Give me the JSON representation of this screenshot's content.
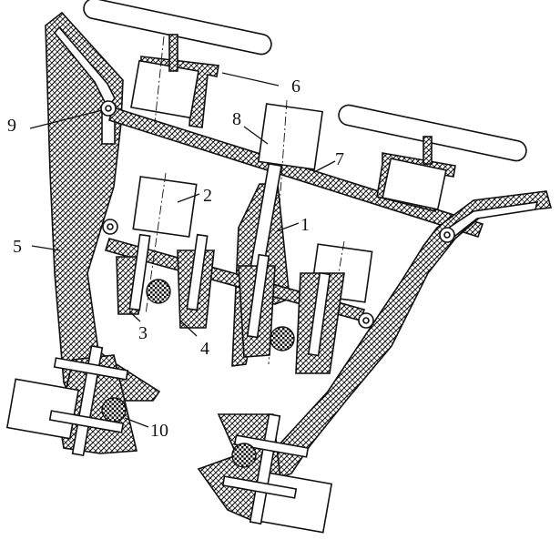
{
  "labels": {
    "l1": "1",
    "l2": "2",
    "l3": "3",
    "l4": "4",
    "l5": "5",
    "l6": "6",
    "l7": "7",
    "l8": "8",
    "l9": "9",
    "l10": "10"
  },
  "colors": {
    "stroke": "#111111",
    "background": "#ffffff"
  }
}
